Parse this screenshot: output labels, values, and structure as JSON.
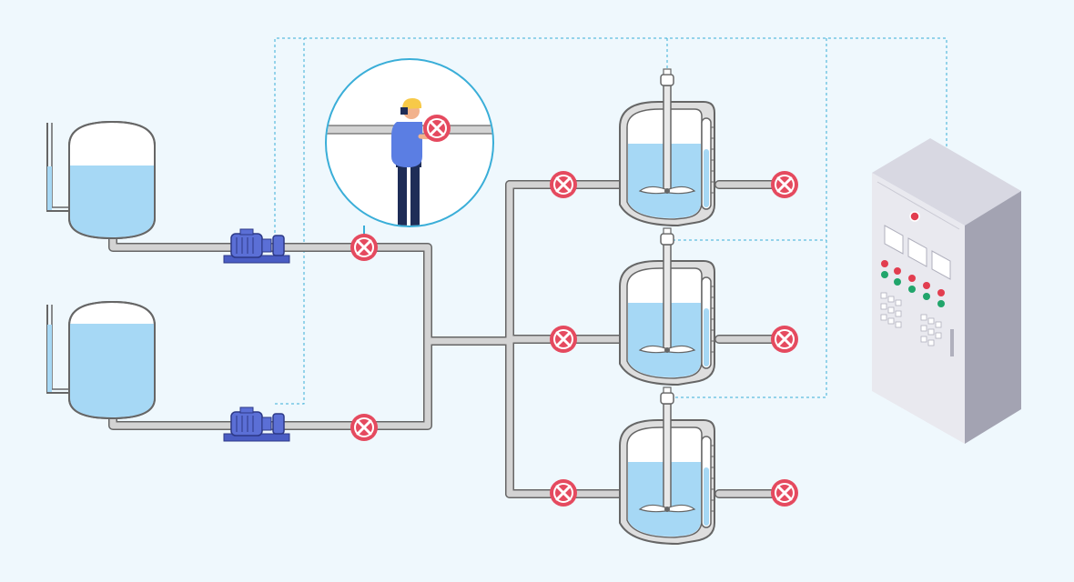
{
  "diagram": {
    "subject": "process-piping-schematic",
    "components": {
      "storage_tanks": 2,
      "pumps": 2,
      "valves": 8,
      "jacketed_mixing_reactors": 3,
      "control_cabinets": 1,
      "operator_callouts": 1
    },
    "colors": {
      "background": "#eff8fd",
      "liquid": "#a6d8f5",
      "pipe": "#d3d3d3",
      "pipe_outline": "#666666",
      "valve": "#e54a5f",
      "pump": "#5b6fd6",
      "signal_line": "#3aaed8",
      "cabinet_front": "#e9e9ef",
      "cabinet_side": "#a3a3b2",
      "indicator_red": "#e23d4f",
      "indicator_green": "#21a56b",
      "operator_shirt": "#5b7ee3",
      "operator_pants": "#1e2d57",
      "helmet": "#f7c948"
    },
    "icons": [
      "storage-tank-icon",
      "pump-icon",
      "valve-icon",
      "mixing-reactor-icon",
      "control-cabinet-icon",
      "operator-icon"
    ]
  }
}
